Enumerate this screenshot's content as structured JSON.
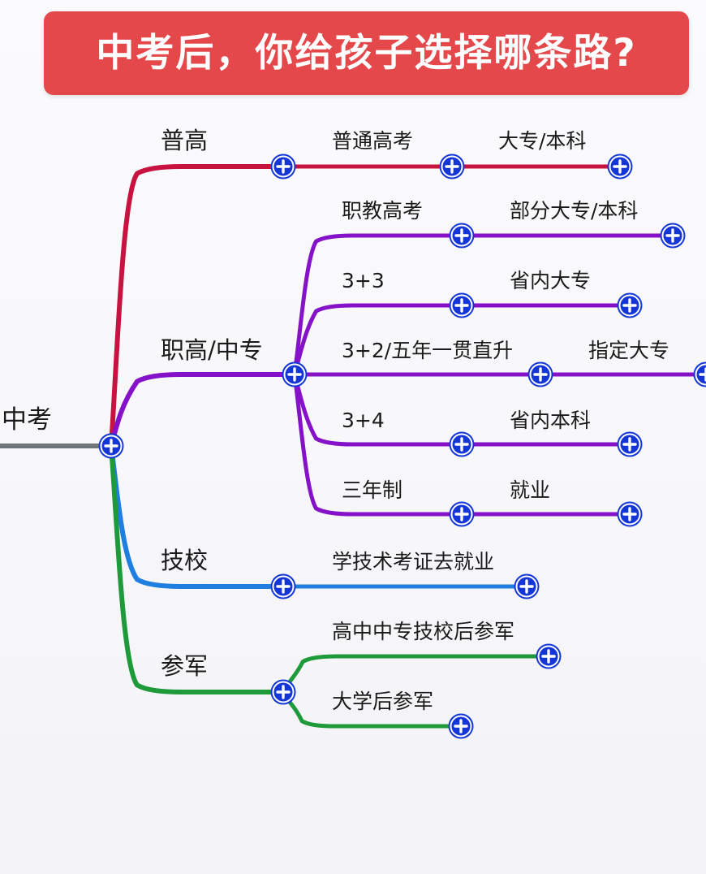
{
  "title": "中考后，你给孩子选择哪条路?",
  "root": {
    "label": "中考"
  },
  "branches": [
    {
      "label": "普高",
      "color": "#c8123f",
      "children": [
        {
          "label": "普通高考",
          "children": [
            {
              "label": "大专/本科"
            }
          ]
        }
      ]
    },
    {
      "label": "职高/中专",
      "color": "#8512c9",
      "children": [
        {
          "label": "职教高考",
          "children": [
            {
              "label": "部分大专/本科"
            }
          ]
        },
        {
          "label": "3+3",
          "children": [
            {
              "label": "省内大专"
            }
          ]
        },
        {
          "label": "3+2/五年一贯直升",
          "children": [
            {
              "label": "指定大专"
            }
          ]
        },
        {
          "label": "3+4",
          "children": [
            {
              "label": "省内本科"
            }
          ]
        },
        {
          "label": "三年制",
          "children": [
            {
              "label": "就业"
            }
          ]
        }
      ]
    },
    {
      "label": "技校",
      "color": "#1f7fe0",
      "children": [
        {
          "label": "学技术考证去就业"
        }
      ]
    },
    {
      "label": "参军",
      "color": "#1f9a3a",
      "children": [
        {
          "label": "高中中专技校后参军"
        },
        {
          "label": "大学后参军"
        }
      ]
    }
  ],
  "colors": {
    "banner": "#e4484a",
    "root_line": "#6e767c",
    "node_fill": "#1436d6",
    "node_ring": "#ffffff"
  },
  "icons": {
    "node": "plus-circle-icon"
  }
}
